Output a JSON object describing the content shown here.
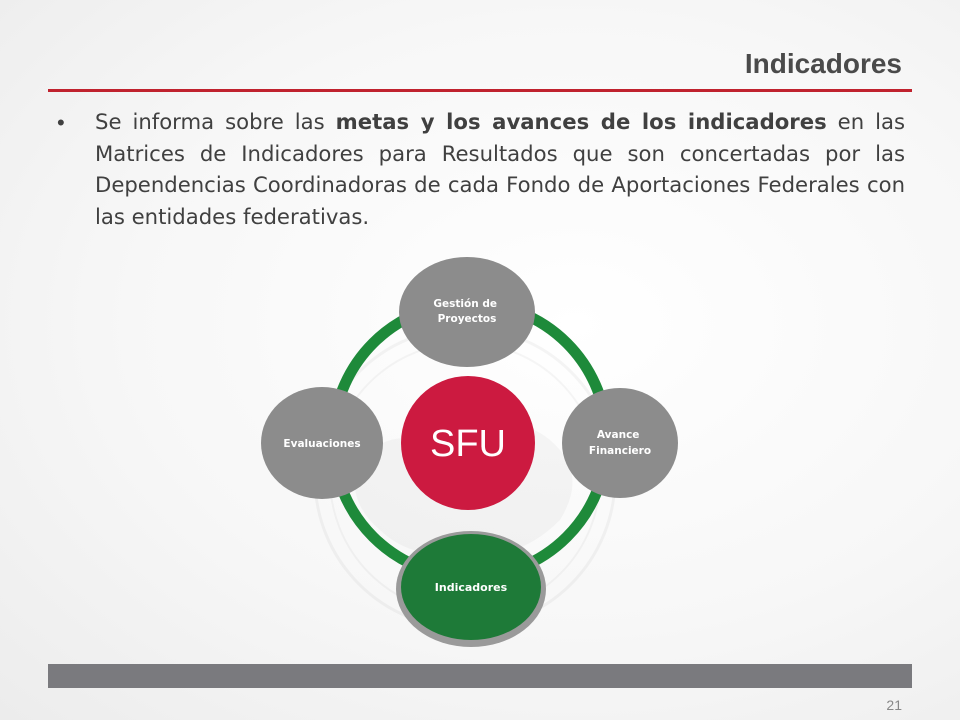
{
  "slide": {
    "title": "Indicadores",
    "page_number": "21"
  },
  "bullet": {
    "text_before": "Se informa sobre las ",
    "bold": "metas y los avances de los indicadores",
    "text_after": " en las Matrices de Indicadores para Resultados que son concertadas por las Dependencias Coordinadoras de cada Fondo de Aportaciones Federales con las entidades federativas."
  },
  "diagram": {
    "center": {
      "label": "SFU",
      "color": "#cc1a40"
    },
    "nodes": [
      {
        "label_lines": [
          "Gestión de",
          "Proyectos"
        ],
        "color": "#8c8c8c"
      },
      {
        "label_lines": [
          "Avance",
          "Financiero"
        ],
        "color": "#8c8c8c"
      },
      {
        "label_lines": [
          "Indicadores"
        ],
        "color": "#1e7a38"
      },
      {
        "label_lines": [
          "Evaluaciones"
        ],
        "color": "#8c8c8c"
      }
    ],
    "ring_color": "#1e8a3a"
  },
  "colors": {
    "accent_rule": "#c0222e",
    "footer_bar": "#7a7a7e"
  }
}
